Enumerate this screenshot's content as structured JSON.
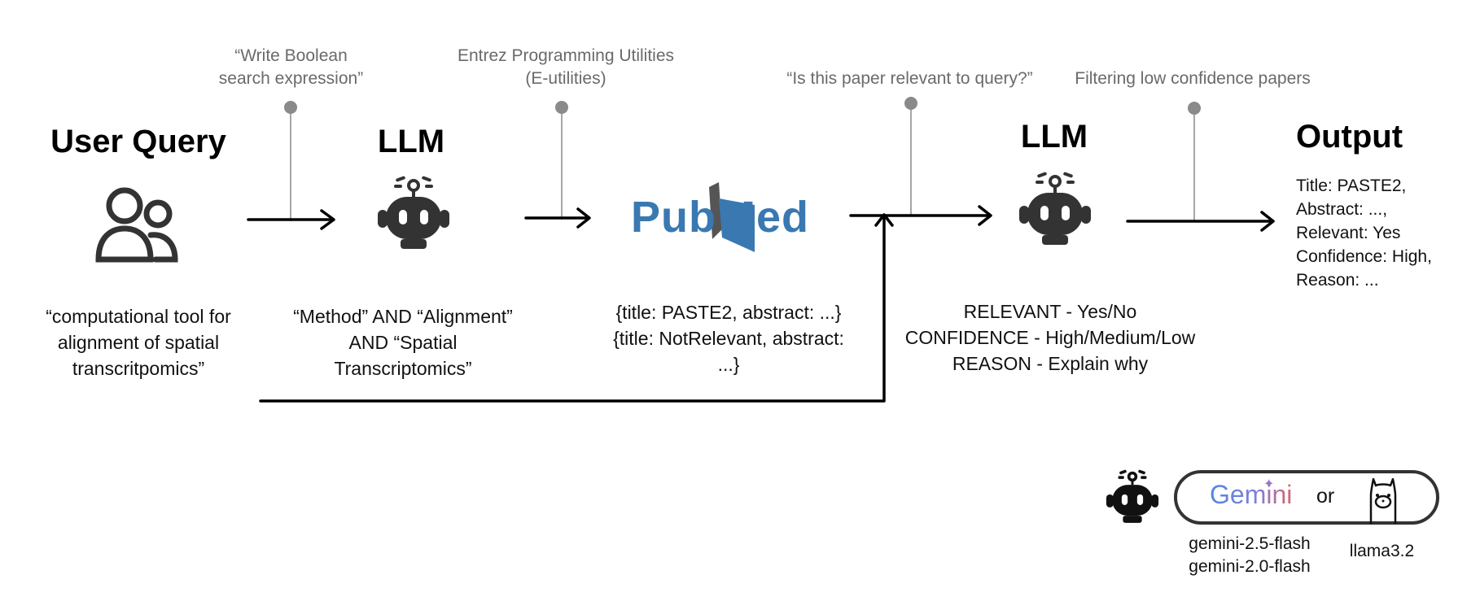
{
  "annotations": {
    "boolean": [
      "“Write Boolean",
      "search expression”"
    ],
    "eutils": [
      "Entrez Programming Utilities",
      "(E-utilities)"
    ],
    "relevance": "“Is this paper relevant to query?”",
    "filtering": "Filtering low confidence papers"
  },
  "nodes": {
    "user_query": {
      "title": "User Query",
      "text": [
        "“computational tool for",
        "alignment of spatial",
        "transcritpomics”"
      ]
    },
    "llm1": {
      "title": "LLM",
      "text": [
        "“Method” AND “Alignment”",
        "AND “Spatial",
        "Transcriptomics”"
      ]
    },
    "pubmed": {
      "logo_left": "Pub",
      "logo_right": "Med",
      "text": [
        "{title: PASTE2, abstract: ...}",
        "{title: NotRelevant, abstract:",
        "...}"
      ]
    },
    "llm2": {
      "title": "LLM",
      "text": [
        "RELEVANT - Yes/No",
        "CONFIDENCE - High/Medium/Low",
        "REASON - Explain why"
      ]
    },
    "output": {
      "title": "Output",
      "text": [
        "Title: PASTE2,",
        "Abstract: ...,",
        "Relevant: Yes",
        "Confidence: High,",
        "Reason: ..."
      ]
    }
  },
  "models": {
    "gemini_logo": "Gemini",
    "or": "or",
    "gemini_versions": [
      "gemini-2.5-flash",
      "gemini-2.0-flash"
    ],
    "llama": "llama3.2"
  },
  "colors": {
    "pubmed_blue": "#3a78b2",
    "pubmed_dark": "#4a4a4a",
    "gemini_blue": "#4f86e6",
    "gemini_purple": "#9b72cb",
    "gemini_pink": "#d96570"
  }
}
